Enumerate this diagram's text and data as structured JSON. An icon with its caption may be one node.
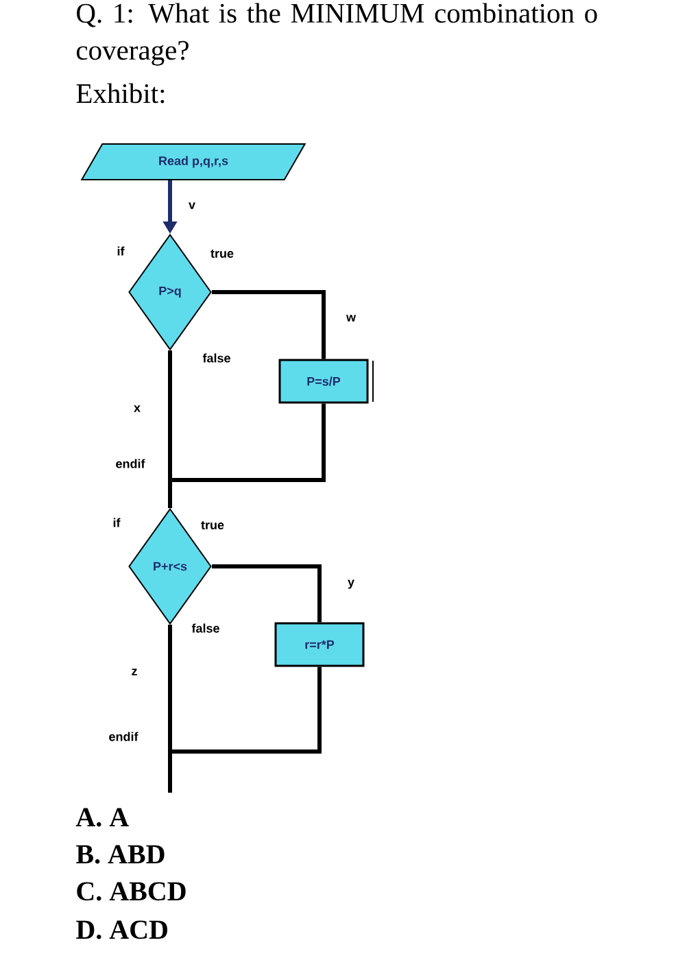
{
  "diagram": {
    "title": "Q. 1: What is the MINIMUM combination o coverage?",
    "nodes": [
      {
        "text": [
          "Read p,q,r,s"
        ]
      },
      {
        "text": [
          "P>q"
        ]
      },
      {
        "text": [
          "P=s/P"
        ]
      },
      {
        "text": [
          "P+r<s"
        ]
      },
      {
        "text": [
          "r=r*P"
        ]
      }
    ],
    "edges": [
      {
        "from": 0,
        "to": 1,
        "arrow": "to",
        "label": "v",
        "color": "#1f2d6b"
      },
      {
        "from": 1,
        "to": 2,
        "arrow": "none",
        "label": "w"
      },
      {
        "from": 1,
        "to": 3,
        "arrow": "none",
        "label": "x"
      },
      {
        "from": 2,
        "to": 3,
        "arrow": "none"
      },
      {
        "from": 3,
        "to": 4,
        "arrow": "none",
        "label": "y"
      },
      {
        "from": 3,
        "to": null,
        "arrow": "none",
        "label": "z"
      },
      {
        "from": 4,
        "to": null,
        "arrow": "none"
      }
    ],
    "labels": [
      "Exhibit:",
      "if",
      "true",
      "false",
      "endif",
      "if",
      "true",
      "false",
      "endif",
      "A. A",
      "B. ABD",
      "C. ABCD",
      "D. ACD"
    ]
  }
}
